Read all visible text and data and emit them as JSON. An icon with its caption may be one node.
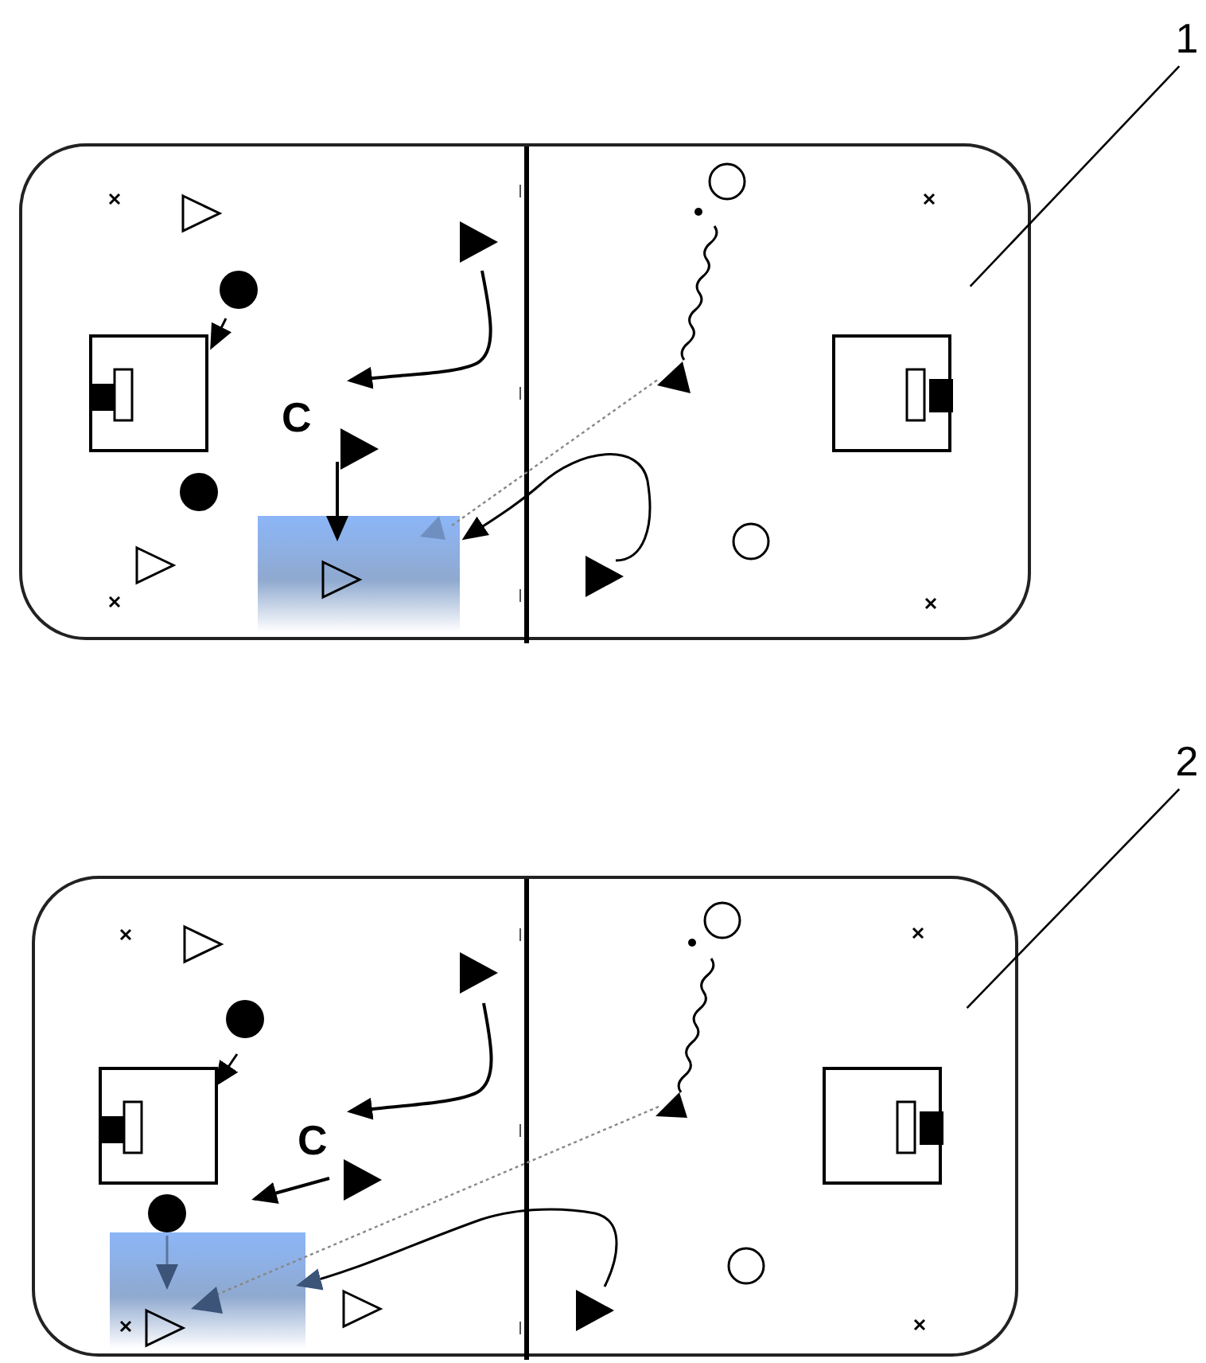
{
  "diagram": {
    "nodes": [
      {
        "text": [
          "1"
        ]
      },
      {
        "text": [],
        "shape": "box"
      },
      {
        "text": [
          "2"
        ]
      },
      {
        "text": [],
        "shape": "box"
      }
    ],
    "edges": [
      {
        "from": 0,
        "to": 1,
        "arrow": "none"
      },
      {
        "from": 2,
        "to": 3,
        "arrow": "none"
      }
    ],
    "labels": [
      "C",
      "C"
    ]
  }
}
